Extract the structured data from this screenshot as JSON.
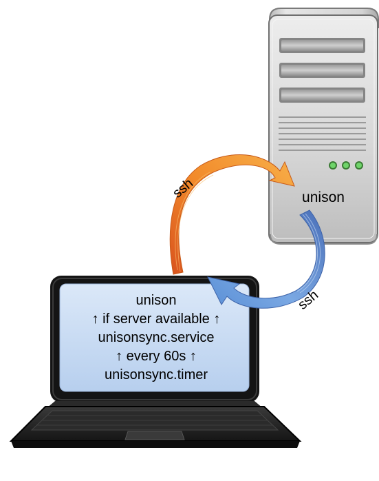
{
  "server": {
    "label": "unison"
  },
  "laptop": {
    "screen_lines": [
      "unison",
      "↑ if server available ↑",
      "unisonsync.service",
      "↑ every 60s ↑",
      "unisonsync.timer"
    ]
  },
  "arrows": {
    "to_server": {
      "label": "ssh",
      "color": "#f07a1a"
    },
    "to_laptop": {
      "label": "ssh",
      "color": "#4a7fd1"
    }
  },
  "colors": {
    "server_body": "#d7d7d7",
    "laptop_screen": "#c5daf5",
    "led": "#5ec45c"
  }
}
